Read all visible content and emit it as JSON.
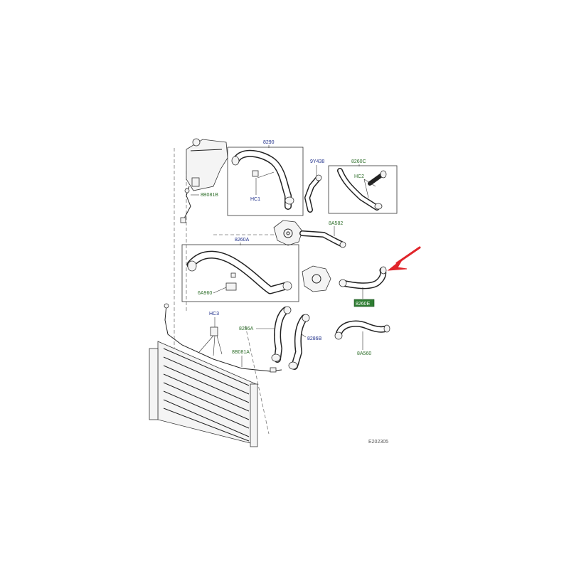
{
  "labels": {
    "hose_8290": "8290",
    "hose_9y438": "9Y438",
    "hose_8260c": "8260C",
    "clip_hc2": "HC2",
    "bracket_8b081b": "8B081B",
    "clip_hc1": "HC1",
    "hose_8a582": "8A582",
    "hose_8260a": "8260A",
    "bracket_6a960": "6A960",
    "hose_8260e": "8260E",
    "clip_hc3": "HC3",
    "hose_8286a": "8286A",
    "hose_8286b": "8286B",
    "bracket_8b081a": "8B081A",
    "hose_8a560": "8A560",
    "diagram_ref": "E202305"
  },
  "colors": {
    "callout_arrow": "#e0242a",
    "highlight_label_bg": "#2e7d32",
    "label_blue": "#1f2f8a",
    "label_green": "#2e6e2a"
  },
  "callout": {
    "icon": "arrow-down-left-icon",
    "target": "8260E"
  }
}
